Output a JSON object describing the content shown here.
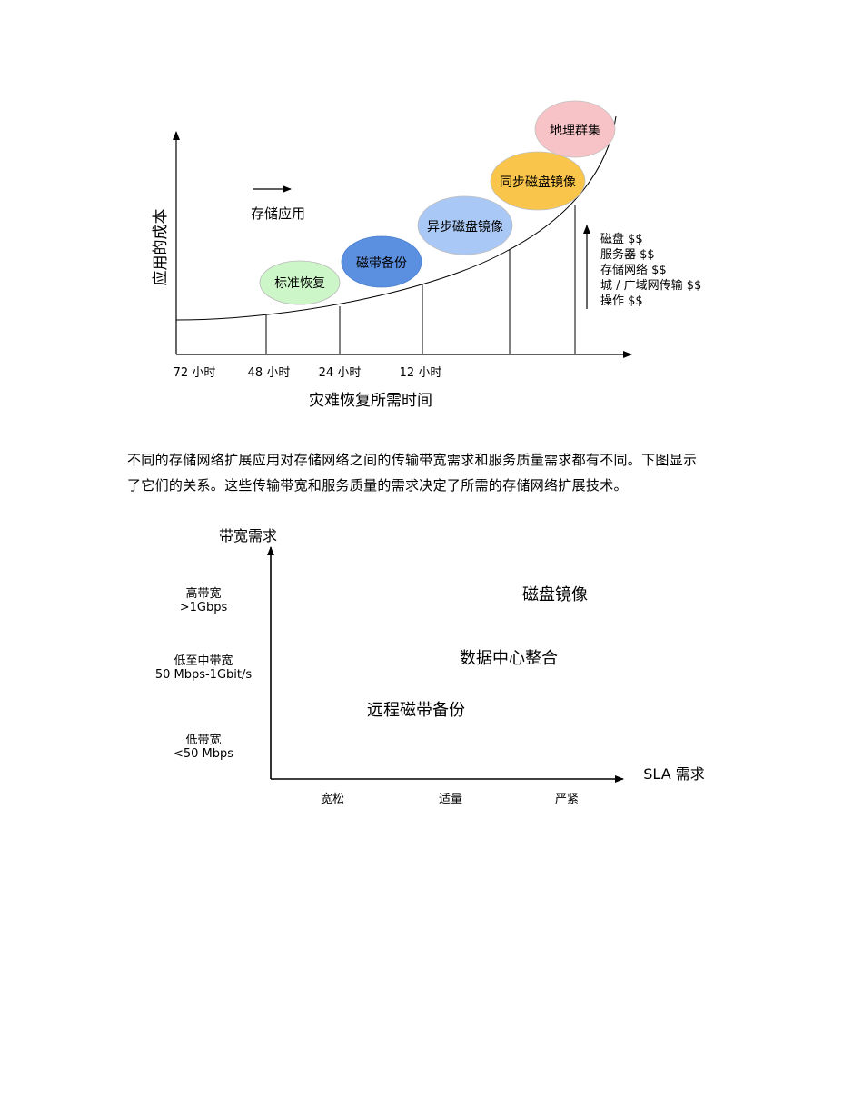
{
  "figure1": {
    "y_axis_label": "应用的成本",
    "x_axis_label": "灾难恢复所需时间",
    "arrow_label": "存储应用",
    "ticks": [
      "72 小时",
      "48 小时",
      "24 小时",
      "12 小时"
    ],
    "bubbles": [
      {
        "label": "标准恢复",
        "color": "#ccf5c8"
      },
      {
        "label": "磁带备份",
        "color": "#5b8fe0"
      },
      {
        "label": "异步磁盘镜像",
        "color": "#a9c8f5"
      },
      {
        "label": "同步磁盘镜像",
        "color": "#f9c54a"
      },
      {
        "label": "地理群集",
        "color": "#f8c3c6"
      }
    ],
    "cost_list": [
      "磁盘 $$",
      "服务器 $$",
      "存储网络 $$",
      "城 / 广域网传输 $$",
      "操作 $$"
    ]
  },
  "paragraph": {
    "line1": "不同的存储网络扩展应用对存储网络之间的传输带宽需求和服务质量需求都有不同。下图显示",
    "line2": "了它们的关系。这些传输带宽和服务质量的需求决定了所需的存储网络扩展技术。"
  },
  "figure2": {
    "y_axis_label": "带宽需求",
    "x_axis_label": "SLA 需求",
    "y_levels": [
      {
        "name": "高带宽",
        "range": ">1Gbps"
      },
      {
        "name": "低至中带宽",
        "range": "50 Mbps-1Gbit/s"
      },
      {
        "name": "低带宽",
        "range": "<50 Mbps"
      }
    ],
    "x_levels": [
      "宽松",
      "适量",
      "严紧"
    ],
    "items": [
      "磁盘镜像",
      "数据中心整合",
      "远程磁带备份"
    ]
  }
}
